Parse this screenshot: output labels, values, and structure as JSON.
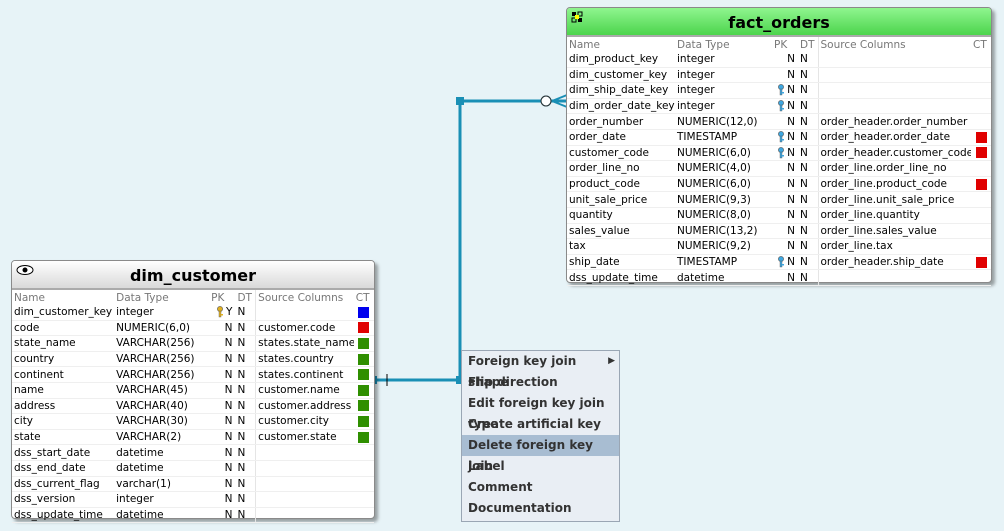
{
  "fact_orders": {
    "title": "fact_orders",
    "header_color": "#4cd44c",
    "columns": {
      "name": "Name",
      "type": "Data Type",
      "pk": "PK",
      "dt": "DT",
      "src": "Source Columns",
      "ct": "CT"
    },
    "rows": [
      {
        "name": "dim_product_key",
        "type": "integer",
        "pk": "N",
        "dt": "N",
        "src": "",
        "ct": "",
        "key": ""
      },
      {
        "name": "dim_customer_key",
        "type": "integer",
        "pk": "N",
        "dt": "N",
        "src": "",
        "ct": "",
        "key": ""
      },
      {
        "name": "dim_ship_date_key",
        "type": "integer",
        "pk": "N",
        "dt": "N",
        "src": "",
        "ct": "",
        "key": "blue"
      },
      {
        "name": "dim_order_date_key",
        "type": "integer",
        "pk": "N",
        "dt": "N",
        "src": "",
        "ct": "",
        "key": "blue"
      },
      {
        "name": "order_number",
        "type": "NUMERIC(12,0)",
        "pk": "N",
        "dt": "N",
        "src": "order_header.order_number",
        "ct": "",
        "key": ""
      },
      {
        "name": "order_date",
        "type": "TIMESTAMP",
        "pk": "N",
        "dt": "N",
        "src": "order_header.order_date",
        "ct": "#e00000",
        "key": "blue"
      },
      {
        "name": "customer_code",
        "type": "NUMERIC(6,0)",
        "pk": "N",
        "dt": "N",
        "src": "order_header.customer_code",
        "ct": "#e00000",
        "key": "blue"
      },
      {
        "name": "order_line_no",
        "type": "NUMERIC(4,0)",
        "pk": "N",
        "dt": "N",
        "src": "order_line.order_line_no",
        "ct": "",
        "key": ""
      },
      {
        "name": "product_code",
        "type": "NUMERIC(6,0)",
        "pk": "N",
        "dt": "N",
        "src": "order_line.product_code",
        "ct": "#e00000",
        "key": ""
      },
      {
        "name": "unit_sale_price",
        "type": "NUMERIC(9,3)",
        "pk": "N",
        "dt": "N",
        "src": "order_line.unit_sale_price",
        "ct": "",
        "key": ""
      },
      {
        "name": "quantity",
        "type": "NUMERIC(8,0)",
        "pk": "N",
        "dt": "N",
        "src": "order_line.quantity",
        "ct": "",
        "key": ""
      },
      {
        "name": "sales_value",
        "type": "NUMERIC(13,2)",
        "pk": "N",
        "dt": "N",
        "src": "order_line.sales_value",
        "ct": "",
        "key": ""
      },
      {
        "name": "tax",
        "type": "NUMERIC(9,2)",
        "pk": "N",
        "dt": "N",
        "src": "order_line.tax",
        "ct": "",
        "key": ""
      },
      {
        "name": "ship_date",
        "type": "TIMESTAMP",
        "pk": "N",
        "dt": "N",
        "src": "order_header.ship_date",
        "ct": "#e00000",
        "key": "blue"
      },
      {
        "name": "dss_update_time",
        "type": "datetime",
        "pk": "N",
        "dt": "N",
        "src": "",
        "ct": "",
        "key": ""
      }
    ]
  },
  "dim_customer": {
    "title": "dim_customer",
    "icon": "eye-icon",
    "columns": {
      "name": "Name",
      "type": "Data Type",
      "pk": "PK",
      "dt": "DT",
      "src": "Source Columns",
      "ct": "CT"
    },
    "rows": [
      {
        "name": "dim_customer_key",
        "type": "integer",
        "pk": "Y",
        "dt": "N",
        "src": "",
        "ct": "#0000ee",
        "key": "gold"
      },
      {
        "name": "code",
        "type": "NUMERIC(6,0)",
        "pk": "N",
        "dt": "N",
        "src": "customer.code",
        "ct": "#e00000",
        "key": ""
      },
      {
        "name": "state_name",
        "type": "VARCHAR(256)",
        "pk": "N",
        "dt": "N",
        "src": "states.state_name",
        "ct": "#2f8f00",
        "key": ""
      },
      {
        "name": "country",
        "type": "VARCHAR(256)",
        "pk": "N",
        "dt": "N",
        "src": "states.country",
        "ct": "#2f8f00",
        "key": ""
      },
      {
        "name": "continent",
        "type": "VARCHAR(256)",
        "pk": "N",
        "dt": "N",
        "src": "states.continent",
        "ct": "#2f8f00",
        "key": ""
      },
      {
        "name": "name",
        "type": "VARCHAR(45)",
        "pk": "N",
        "dt": "N",
        "src": "customer.name",
        "ct": "#2f8f00",
        "key": ""
      },
      {
        "name": "address",
        "type": "VARCHAR(40)",
        "pk": "N",
        "dt": "N",
        "src": "customer.address",
        "ct": "#2f8f00",
        "key": ""
      },
      {
        "name": "city",
        "type": "VARCHAR(30)",
        "pk": "N",
        "dt": "N",
        "src": "customer.city",
        "ct": "#2f8f00",
        "key": ""
      },
      {
        "name": "state",
        "type": "VARCHAR(2)",
        "pk": "N",
        "dt": "N",
        "src": "customer.state",
        "ct": "#2f8f00",
        "key": ""
      },
      {
        "name": "dss_start_date",
        "type": "datetime",
        "pk": "N",
        "dt": "N",
        "src": "",
        "ct": "",
        "key": ""
      },
      {
        "name": "dss_end_date",
        "type": "datetime",
        "pk": "N",
        "dt": "N",
        "src": "",
        "ct": "",
        "key": ""
      },
      {
        "name": "dss_current_flag",
        "type": "varchar(1)",
        "pk": "N",
        "dt": "N",
        "src": "",
        "ct": "",
        "key": ""
      },
      {
        "name": "dss_version",
        "type": "integer",
        "pk": "N",
        "dt": "N",
        "src": "",
        "ct": "",
        "key": ""
      },
      {
        "name": "dss_update_time",
        "type": "datetime",
        "pk": "N",
        "dt": "N",
        "src": "",
        "ct": "",
        "key": ""
      }
    ]
  },
  "join_line_color": "#1a8fb5",
  "context_menu": {
    "items": [
      {
        "label": "Foreign key join shape",
        "submenu": true,
        "selected": false
      },
      {
        "label": "Flip direction",
        "submenu": false,
        "selected": false
      },
      {
        "label": "Edit foreign key join type",
        "submenu": false,
        "selected": false
      },
      {
        "label": "Create artificial key",
        "submenu": false,
        "selected": false
      },
      {
        "label": "Delete foreign key join",
        "submenu": false,
        "selected": true
      },
      {
        "label": "Label",
        "submenu": false,
        "selected": false
      },
      {
        "label": "Comment",
        "submenu": false,
        "selected": false
      },
      {
        "label": "Documentation",
        "submenu": false,
        "selected": false
      }
    ]
  }
}
